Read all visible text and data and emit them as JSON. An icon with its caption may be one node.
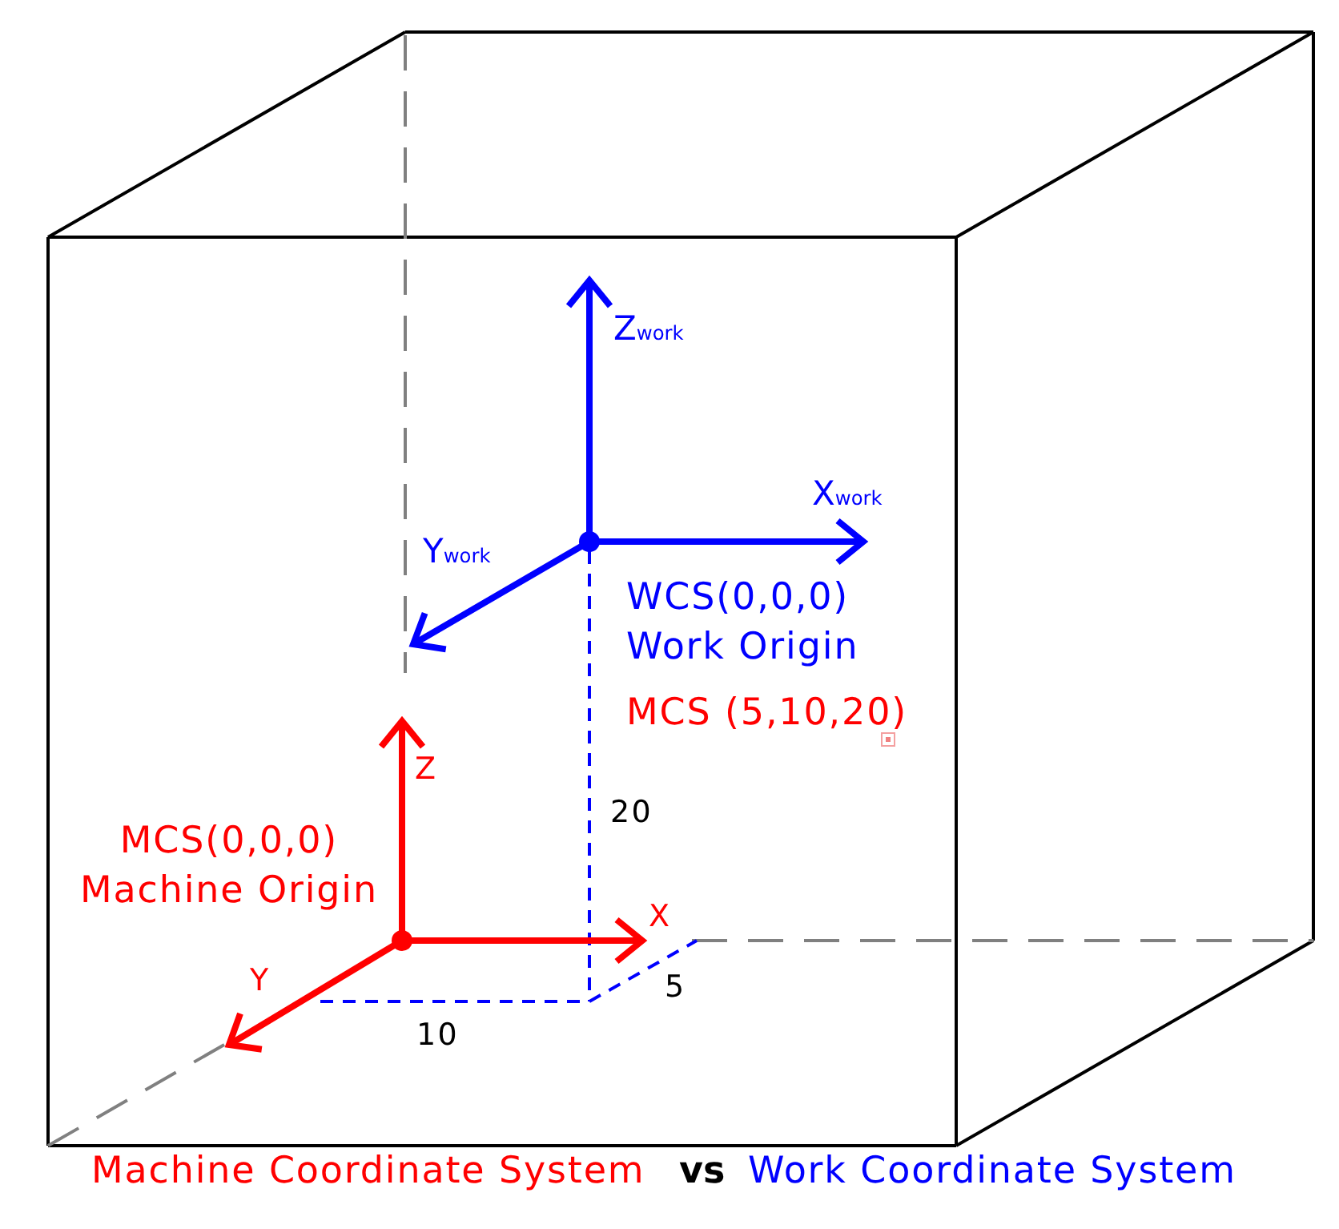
{
  "diagram": {
    "labels": [
      "Z$_{work}$",
      "X$_{work}$",
      "Y$_{work}$",
      "WCS(0,0,0) Work Origin",
      "MCS (5,10,20)",
      "Z",
      "20",
      "MCS(0,0,0) Machine Origin",
      "X",
      "Y",
      "5",
      "10",
      "Machine Coordinate System",
      "vs",
      "Work Coordinate System"
    ]
  }
}
